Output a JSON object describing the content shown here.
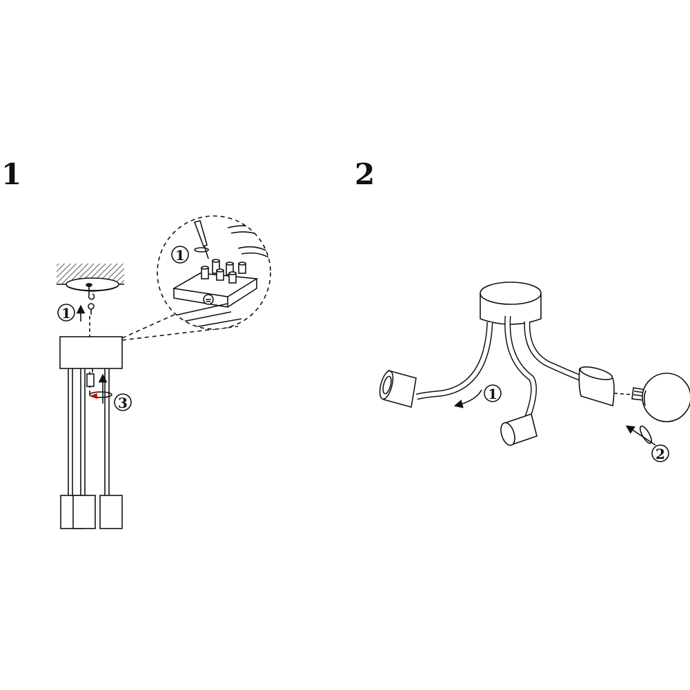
{
  "steps": [
    {
      "number": "1"
    },
    {
      "number": "2"
    }
  ],
  "step_markers": {
    "s1_hook": "1",
    "s1_zoom": "1",
    "s1_screw": "3",
    "s2_arm": "1",
    "s2_bulb": "2"
  }
}
